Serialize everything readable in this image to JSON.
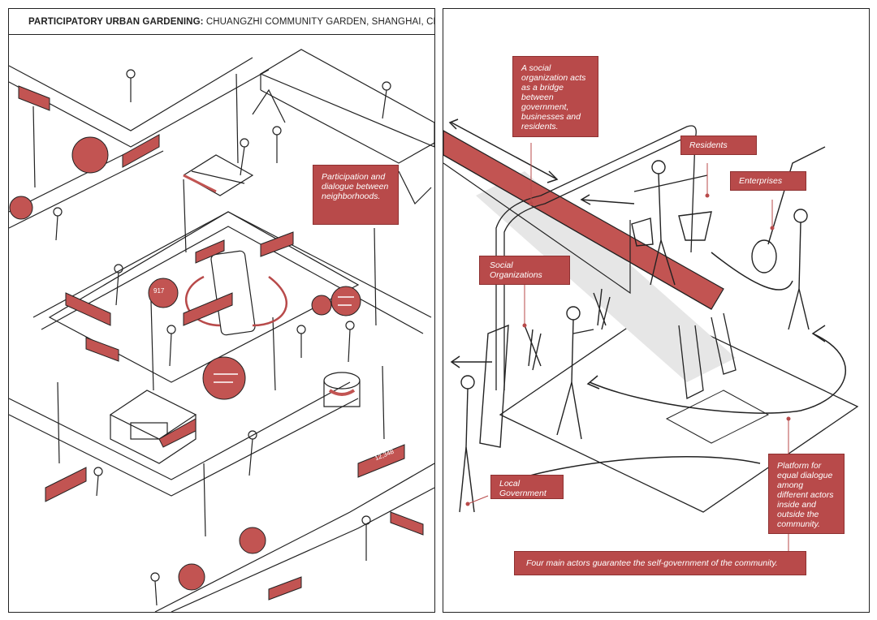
{
  "header": {
    "title_bold": "PARTICIPATORY URBAN GARDENING:",
    "title_rest": " CHUANGZHI COMMUNITY GARDEN, SHANGHAI, CHINA"
  },
  "left": {
    "callout_participation": "Participation and dialogue between neighborhoods.",
    "badge_likes": "917",
    "badge_count": "12,348"
  },
  "right": {
    "callout_bridge": "A social organization acts as a bridge between government, businesses and residents.",
    "callout_residents": "Residents",
    "callout_enterprises": "Enterprises",
    "callout_social": "Social Organizations",
    "callout_government": "Local Government",
    "callout_platform": "Platform for equal dialogue among different actors inside and outside the community.",
    "callout_four": "Four main actors guarantee the self-government of the community."
  },
  "colors": {
    "accent": "#b84a4a",
    "ink": "#222222",
    "paper": "#ffffff"
  }
}
